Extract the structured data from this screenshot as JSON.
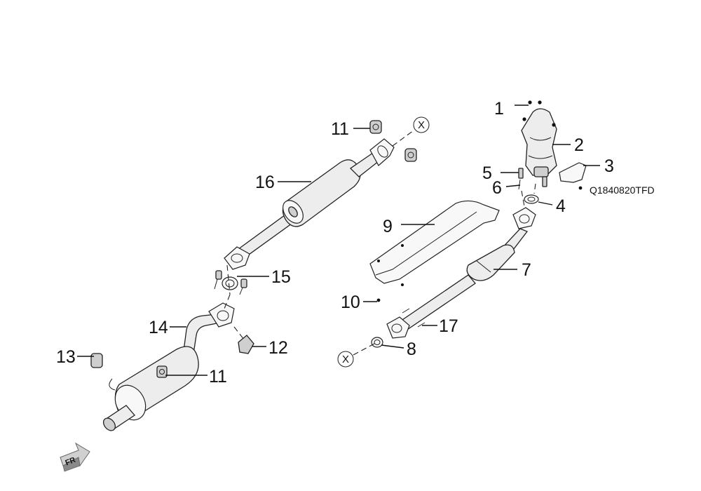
{
  "callouts": {
    "c1": "1",
    "c2": "2",
    "c3": "3",
    "c4": "4",
    "c5": "5",
    "c6": "6",
    "c7": "7",
    "c8": "8",
    "c9": "9",
    "c10": "10",
    "c11a": "11",
    "c11b": "11",
    "c12": "12",
    "c13": "13",
    "c14": "14",
    "c15": "15",
    "c16": "16",
    "c17": "17"
  },
  "part_code": "Q1840820TFD",
  "connection_marker": "X",
  "direction_label": "FR"
}
